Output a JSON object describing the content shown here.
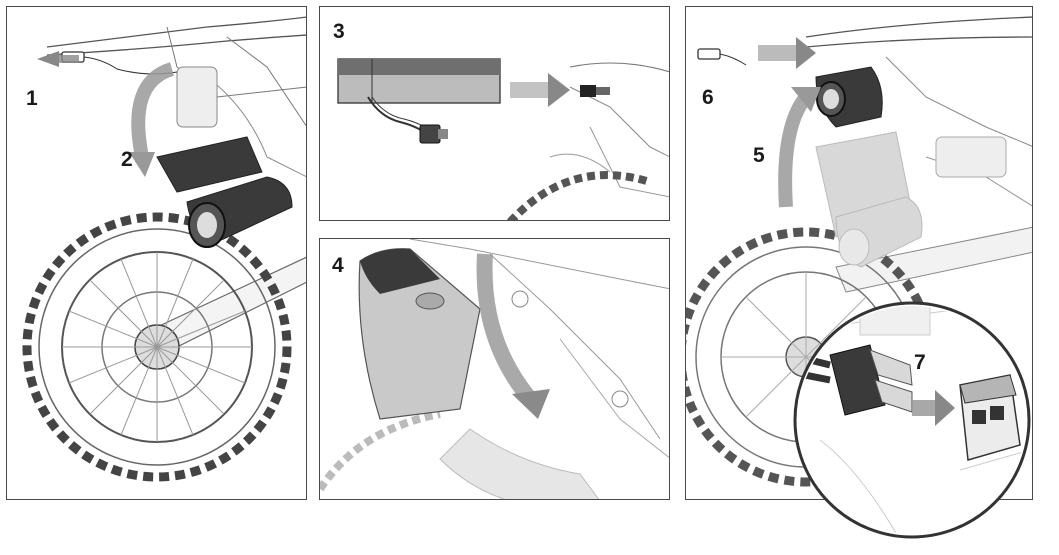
{
  "steps": {
    "s1": "1",
    "s2": "2",
    "s3": "3",
    "s4": "4",
    "s5": "5",
    "s6": "6",
    "s7": "7"
  },
  "colors": {
    "line": "#333333",
    "arrow": "#888888",
    "dark_part": "#3a3a3a",
    "ghost": "#cfcfcf"
  },
  "icons": {
    "wheel": "wheel-icon",
    "muffler": "muffler-icon",
    "connector": "connector-icon",
    "arrow": "arrow-icon"
  }
}
